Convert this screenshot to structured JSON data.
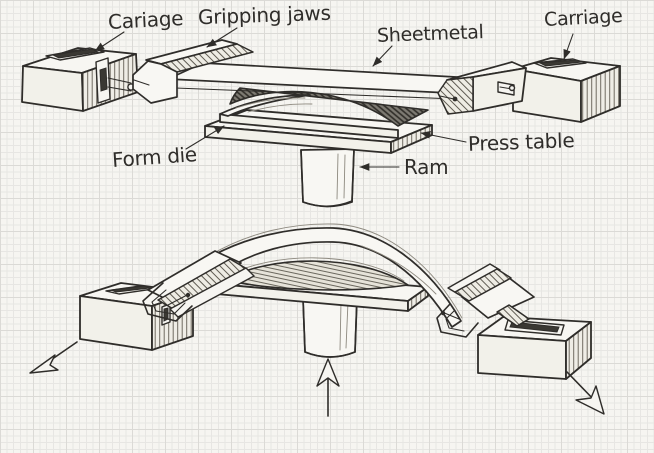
{
  "colors": {
    "paper": "#f6f5f1",
    "grid_minor": "#e4e3e0",
    "grid_major": "#d5d4d0",
    "ink": "#2f2d2a"
  },
  "top_diagram": {
    "labels": {
      "carriage_left": "Cariage",
      "gripping_jaws": "Gripping jaws",
      "sheetmetal": "Sheetmetal",
      "carriage_right": "Carriage",
      "form_die": "Form die",
      "press_table": "Press table",
      "ram": "Ram"
    }
  },
  "bottom_diagram": {
    "description_labels": {}
  }
}
